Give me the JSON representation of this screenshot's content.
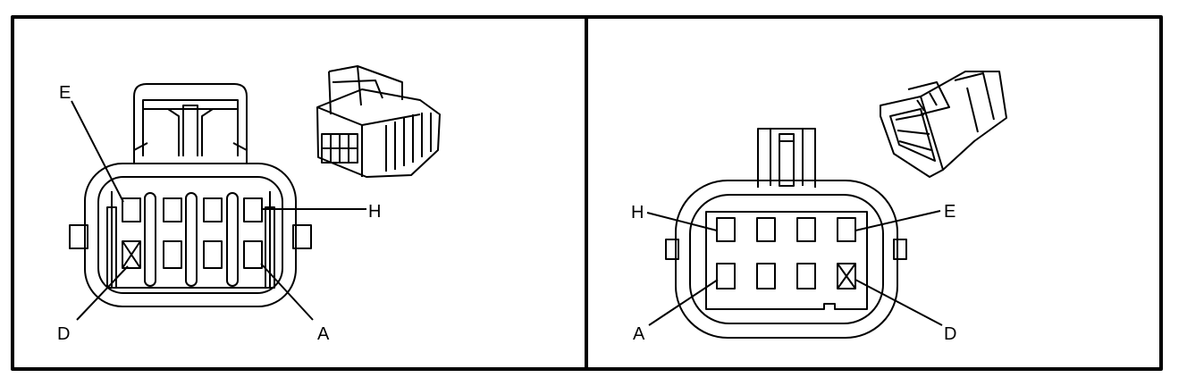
{
  "left_view": {
    "callouts": {
      "top_left": "E",
      "top_right": "H",
      "bottom_left": "D",
      "bottom_right": "A"
    }
  },
  "right_view": {
    "callouts": {
      "top_left": "H",
      "top_right": "E",
      "bottom_left": "A",
      "bottom_right": "D"
    }
  },
  "colors": {
    "line": "#000000",
    "background": "#ffffff"
  }
}
